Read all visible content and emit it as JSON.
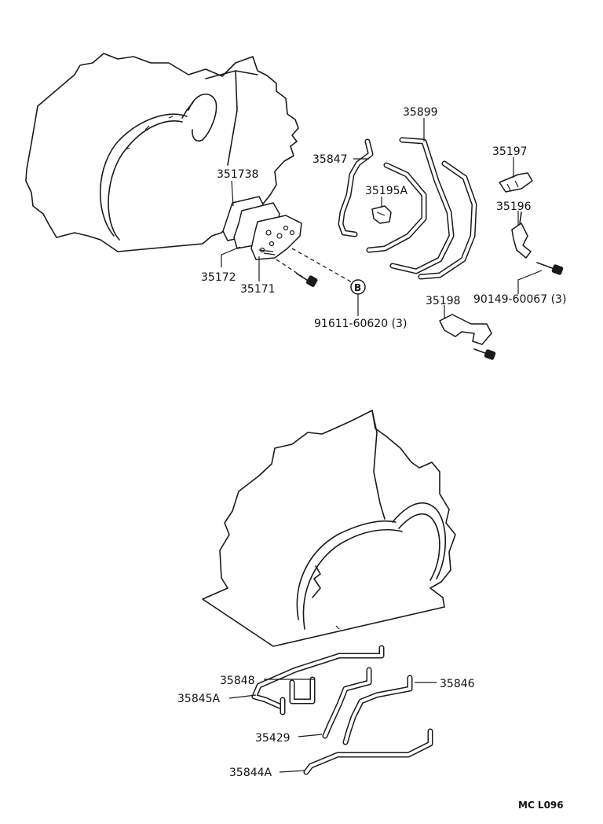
{
  "labels": {
    "p351738": "351738",
    "p35172": "35172",
    "p35171": "35171",
    "p35847": "35847",
    "p35899": "35899",
    "p35195a": "35195A",
    "p35197": "35197",
    "p35196": "35196",
    "p90149": "90149-60067 (3)",
    "p91611": "91611-60620 (3)",
    "p35198": "35198",
    "pB": "B",
    "p35848": "35848",
    "p35845a": "35845A",
    "p35846": "35846",
    "p35429": "35429",
    "p35844a": "35844A"
  },
  "footer": {
    "code": "MC  L096"
  }
}
